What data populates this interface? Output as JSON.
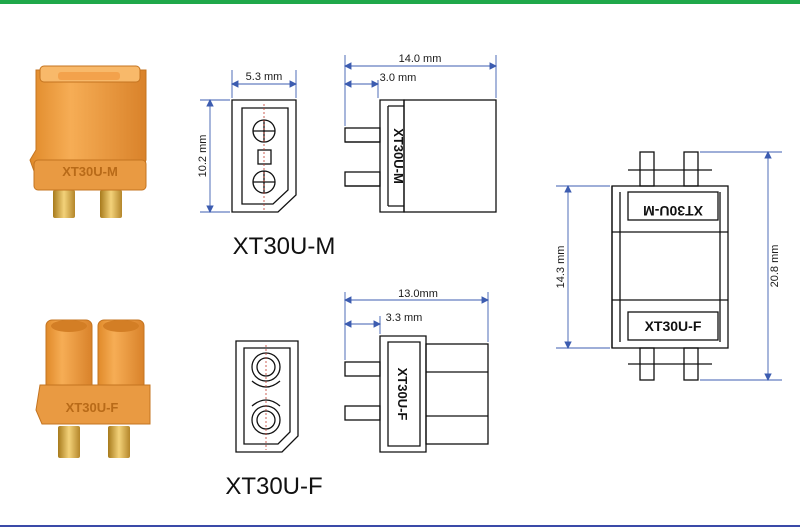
{
  "colors": {
    "accent_top": "#1fa84a",
    "accent_bottom": "#3a4aa8",
    "connector_orange": "#f0a040",
    "dimension_line": "#3c5cb0"
  },
  "male": {
    "caption": "XT30U-M",
    "photo_marking": "XT30U-M",
    "side_marking": "XT30U-M",
    "dims": {
      "width": "5.3 mm",
      "height": "10.2 mm",
      "length": "14.0 mm",
      "tab": "3.0 mm"
    }
  },
  "female": {
    "caption": "XT30U-F",
    "photo_marking": "XT30U-F",
    "side_marking": "XT30U-F",
    "dims": {
      "length": "13.0mm",
      "tab": "3.3 mm"
    }
  },
  "mated": {
    "top_marking": "XT30U-M",
    "bottom_marking": "XT30U-F",
    "dims": {
      "body_height": "14.3 mm",
      "overall_height": "20.8 mm"
    }
  }
}
